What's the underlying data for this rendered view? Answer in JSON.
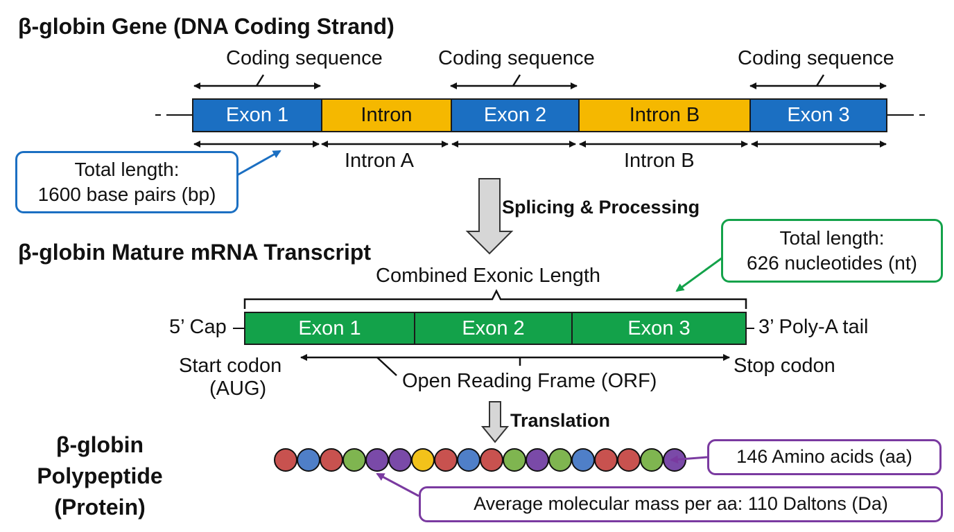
{
  "gene": {
    "title": "β-globin Gene (DNA Coding Strand)",
    "segments": [
      {
        "label": "Exon 1",
        "kind": "exon"
      },
      {
        "label": "Intron",
        "kind": "intron"
      },
      {
        "label": "Exon 2",
        "kind": "exon"
      },
      {
        "label": "Intron B",
        "kind": "intron"
      },
      {
        "label": "Exon 3",
        "kind": "exon"
      }
    ],
    "coding_labels": [
      "Coding sequence",
      "Coding sequence",
      "Coding sequence"
    ],
    "below_labels": [
      "Intron A",
      "Intron B"
    ],
    "length_box": {
      "line1": "Total length:",
      "line2": "1600 base pairs (bp)"
    }
  },
  "process": {
    "splicing": "Splicing & Processing",
    "translation": "Translation"
  },
  "mrna": {
    "title": "β-globin Mature mRNA Transcript",
    "combined_label": "Combined Exonic Length",
    "segments": [
      "Exon 1",
      "Exon 2",
      "Exon 3"
    ],
    "cap": "5’ Cap",
    "tail": "3’ Poly-A tail",
    "start_line1": "Start codon",
    "start_line2": "(AUG)",
    "stop": "Stop codon",
    "orf": "Open Reading Frame (ORF)",
    "length_box": {
      "line1": "Total length:",
      "line2": "626 nucleotides (nt)"
    }
  },
  "protein": {
    "title_line1": "β-globin",
    "title_line2": "Polypeptide",
    "title_line3": "(Protein)",
    "amino_acids_label": "146 Amino acids (aa)",
    "mass_label": "Average molecular mass per aa: 110 Daltons (Da)",
    "bead_colors": [
      "#c8524f",
      "#4f7fc8",
      "#c8524f",
      "#7fb550",
      "#7a4aa8",
      "#7a4aa8",
      "#f2c21a",
      "#c8524f",
      "#4f7fc8",
      "#c8524f",
      "#7fb550",
      "#7a4aa8",
      "#7fb550",
      "#4f7fc8",
      "#c8524f",
      "#c8524f",
      "#7fb550",
      "#7a4aa8"
    ]
  },
  "colors": {
    "exon": "#1b6fc2",
    "intron": "#f5b800",
    "mrna": "#13a24a",
    "dna_box": "#1b6fc2",
    "mrna_box": "#13a24a",
    "protein_box": "#7a3aa0"
  }
}
